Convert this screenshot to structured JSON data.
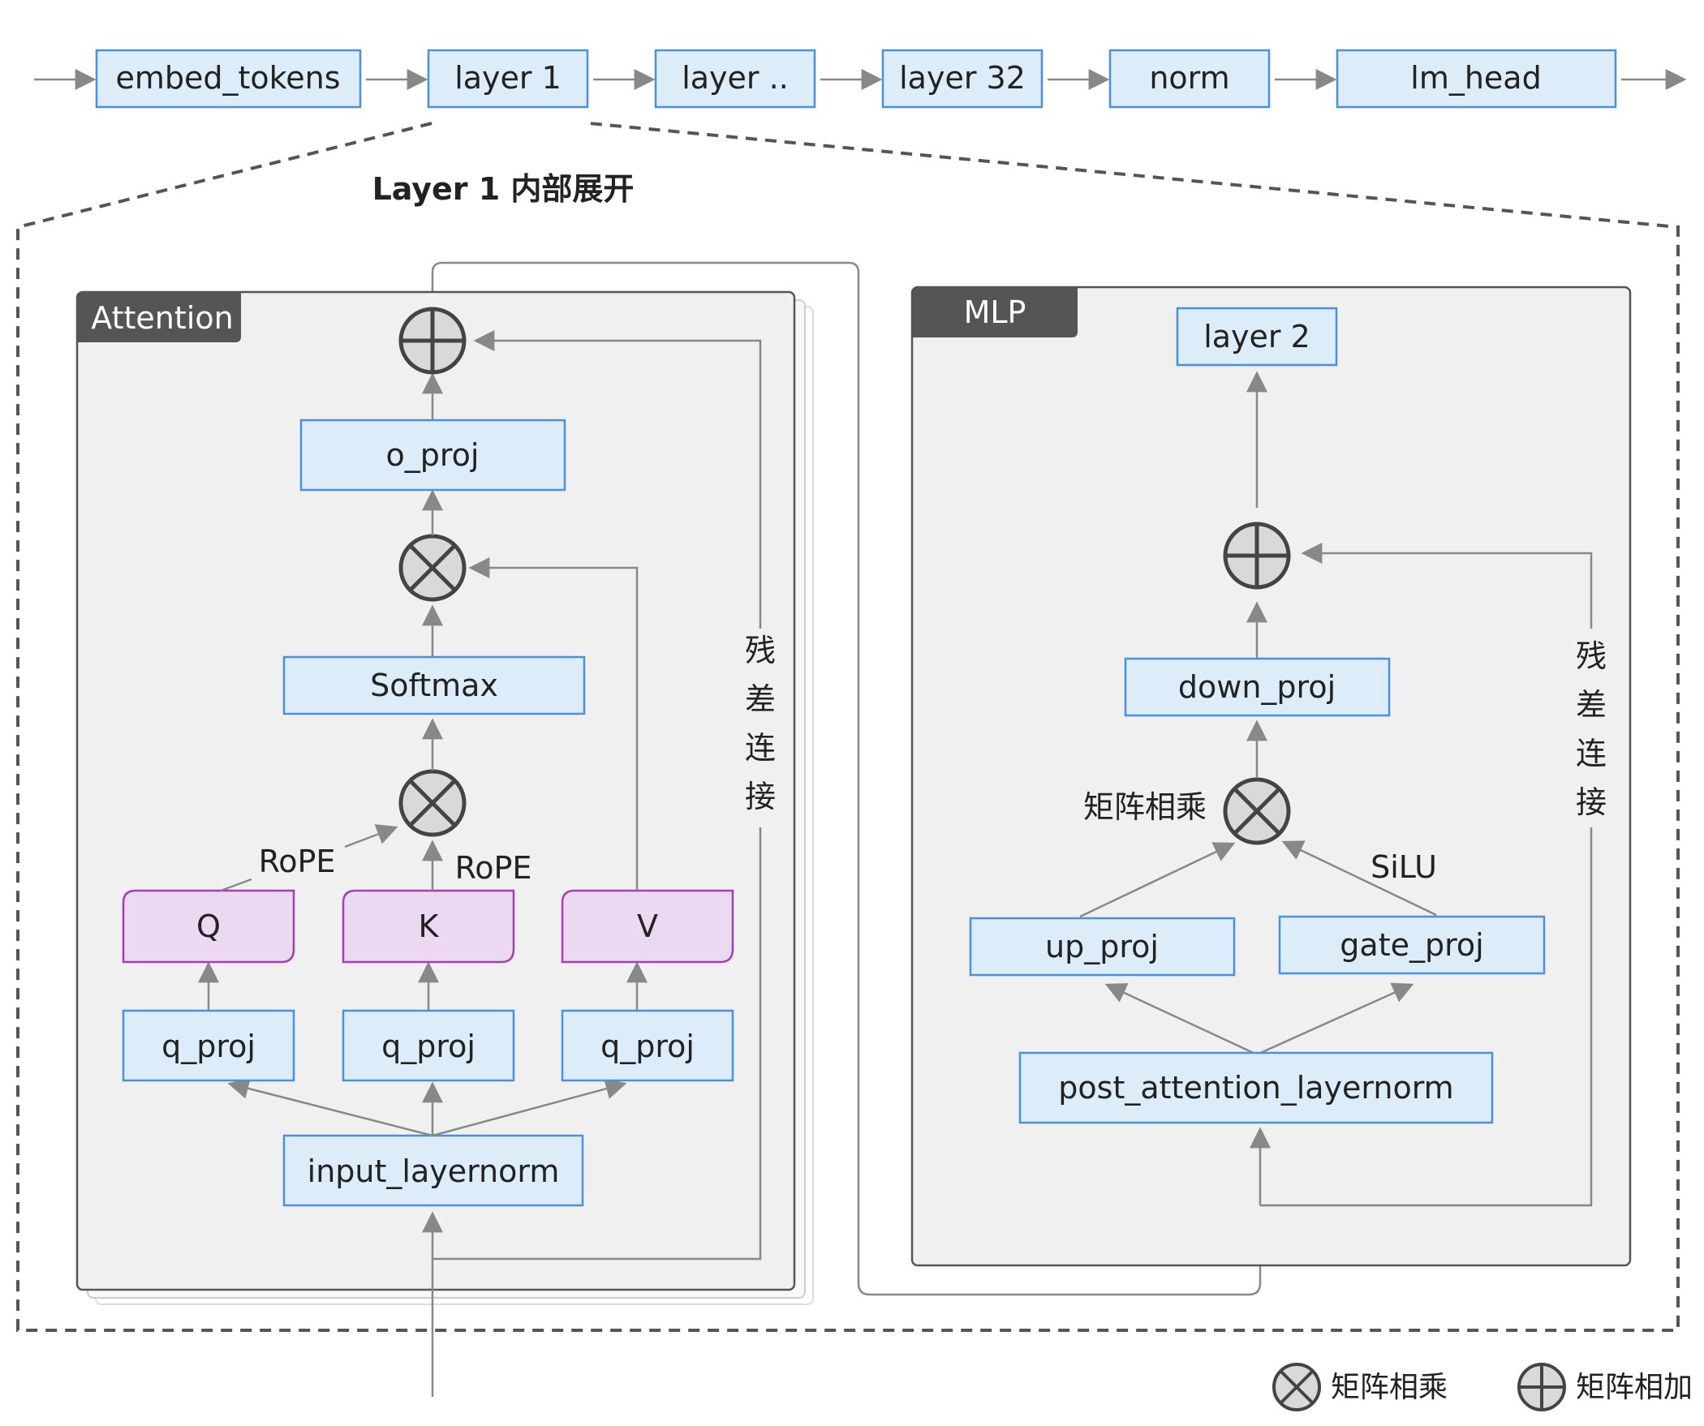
{
  "pipeline": {
    "embed": "embed_tokens",
    "layer1": "layer 1",
    "layer_mid": "layer ..",
    "layer32": "layer 32",
    "norm": "norm",
    "lm_head": "lm_head"
  },
  "expansion_title": "Layer 1 内部展开",
  "attention": {
    "tag": "Attention",
    "o_proj": "o_proj",
    "softmax": "Softmax",
    "rope_q": "RoPE",
    "rope_k": "RoPE",
    "q": "Q",
    "k": "K",
    "v": "V",
    "proj_1": "q_proj",
    "proj_2": "q_proj",
    "proj_3": "q_proj",
    "input_layernorm": "input_layernorm",
    "residual": [
      "残",
      "差",
      "连",
      "接"
    ]
  },
  "mlp": {
    "tag": "MLP",
    "layer2": "layer 2",
    "down_proj": "down_proj",
    "matmul_label": "矩阵相乘",
    "silu": "SiLU",
    "up_proj": "up_proj",
    "gate_proj": "gate_proj",
    "post_attention_layernorm": "post_attention_layernorm",
    "residual": [
      "残",
      "差",
      "连",
      "接"
    ]
  },
  "legend": {
    "matmul": "矩阵相乘",
    "matadd": "矩阵相加"
  },
  "colors": {
    "box_fill": "#dcedf9",
    "box_stroke": "#4a90e2",
    "qkv_fill": "#ead9f0",
    "qkv_stroke": "#a33fb7",
    "panel_fill": "#f0f0f0",
    "edge": "#888888"
  }
}
